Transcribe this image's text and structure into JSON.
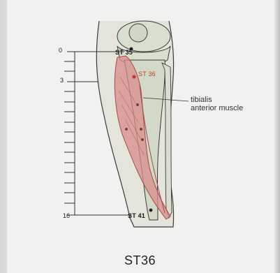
{
  "figure": {
    "caption": "ST36",
    "points": {
      "st35": "ST 35",
      "st36": "ST 36",
      "st41": "ST 41"
    },
    "muscle_label_line1": "tibialis",
    "muscle_label_line2": "anterior muscle",
    "scale": {
      "top": "0",
      "mid": "3",
      "bottom": "16"
    }
  },
  "colors": {
    "bone_fill": "#d9dfcf",
    "muscle_fill": "#d88c8c",
    "point_red": "#c0392b",
    "outline": "#3a3a3a"
  }
}
